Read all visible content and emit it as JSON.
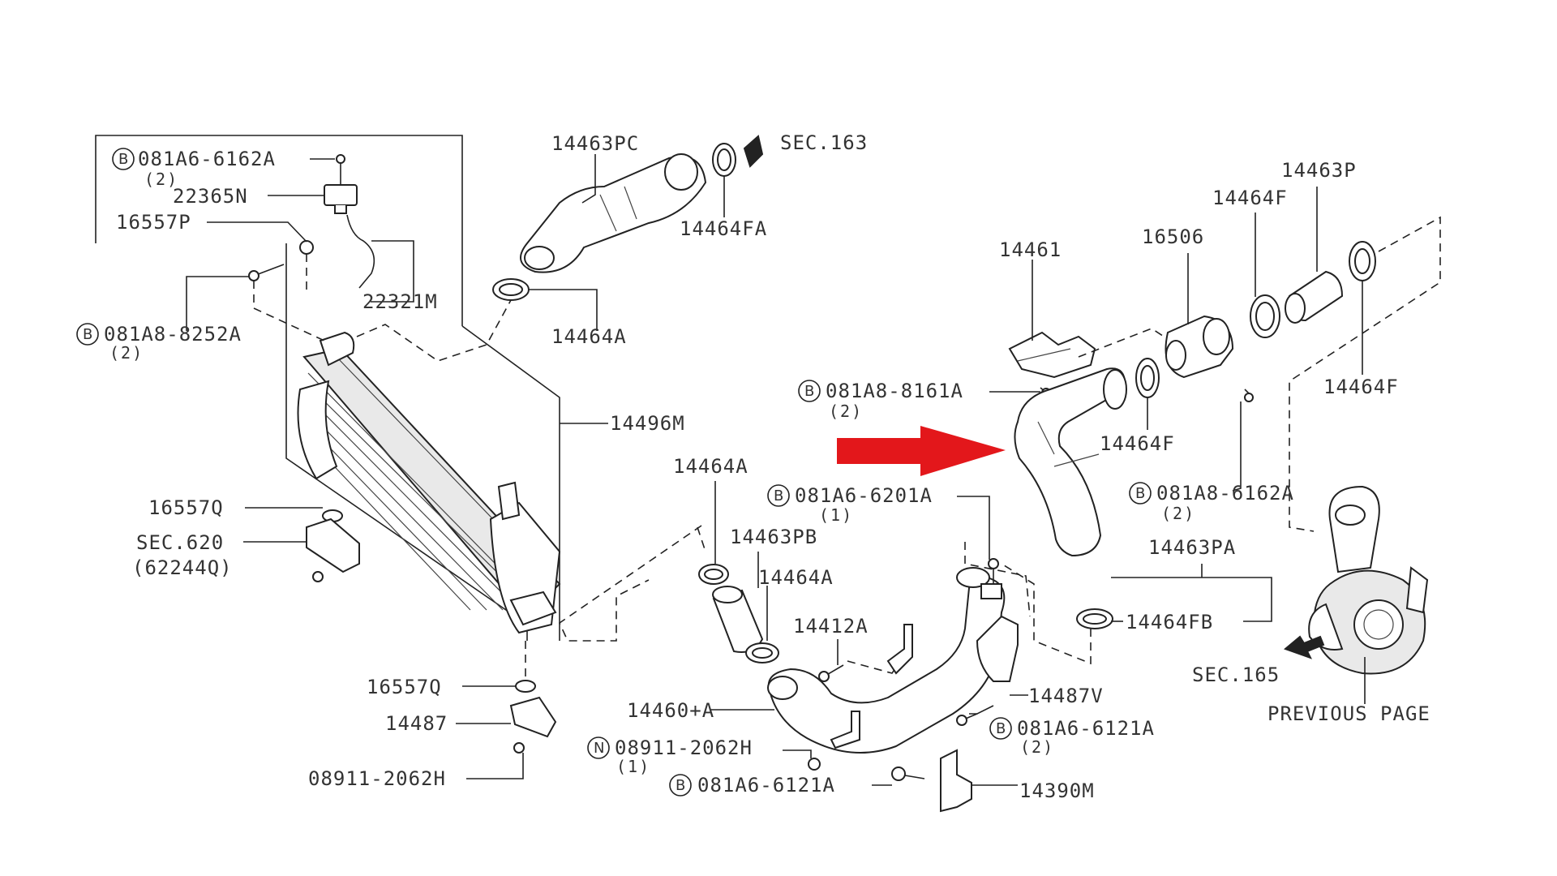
{
  "labels": {
    "l_081A6_6162A_top": "081A6-6162A",
    "q_081A6_6162A_top": "(2)",
    "l_22365N": "22365N",
    "l_16557P": "16557P",
    "l_22321M": "22321M",
    "l_081A8_8252A": "081A8-8252A",
    "q_081A8_8252A": "(2)",
    "l_14463PC": "14463PC",
    "l_sec163": "SEC.163",
    "l_14464FA": "14464FA",
    "l_14464A_top": "14464A",
    "l_14496M": "14496M",
    "l_16557Q_a": "16557Q",
    "l_sec620": "SEC.620",
    "l_62244Q": "(62244Q)",
    "l_16557Q_b": "16557Q",
    "l_14487": "14487",
    "l_08911_left": "08911-2062H",
    "l_14461": "14461",
    "l_16506": "16506",
    "l_14464F_a": "14464F",
    "l_14463P": "14463P",
    "l_081A8_8161A": "081A8-8161A",
    "q_081A8_8161A": "(2)",
    "l_14464F_b": "14464F",
    "l_14464F_c": "14464F",
    "l_081A8_6162A": "081A8-6162A",
    "q_081A8_6162A": "(2)",
    "l_14464A_mid": "14464A",
    "l_081A6_6201A": "081A6-6201A",
    "q_081A6_6201A": "(1)",
    "l_14463PB": "14463PB",
    "l_14464A_low": "14464A",
    "l_14463PA": "14463PA",
    "l_14412A": "14412A",
    "l_14464FB": "14464FB",
    "l_sec165": "SEC.165",
    "l_14460A": "14460+A",
    "l_14487V": "14487V",
    "l_previous": "PREVIOUS PAGE",
    "l_08911_bottom": "08911-2062H",
    "q_08911_bottom": "(1)",
    "l_081A6_6121A_r": "081A6-6121A",
    "q_081A6_6121A_r": "(2)",
    "l_081A6_6121A_b": "081A6-6121A",
    "l_14390M": "14390M"
  },
  "markers": {
    "bolt": "B",
    "nut": "N"
  },
  "highlight_arrow_color": "#e3171b"
}
